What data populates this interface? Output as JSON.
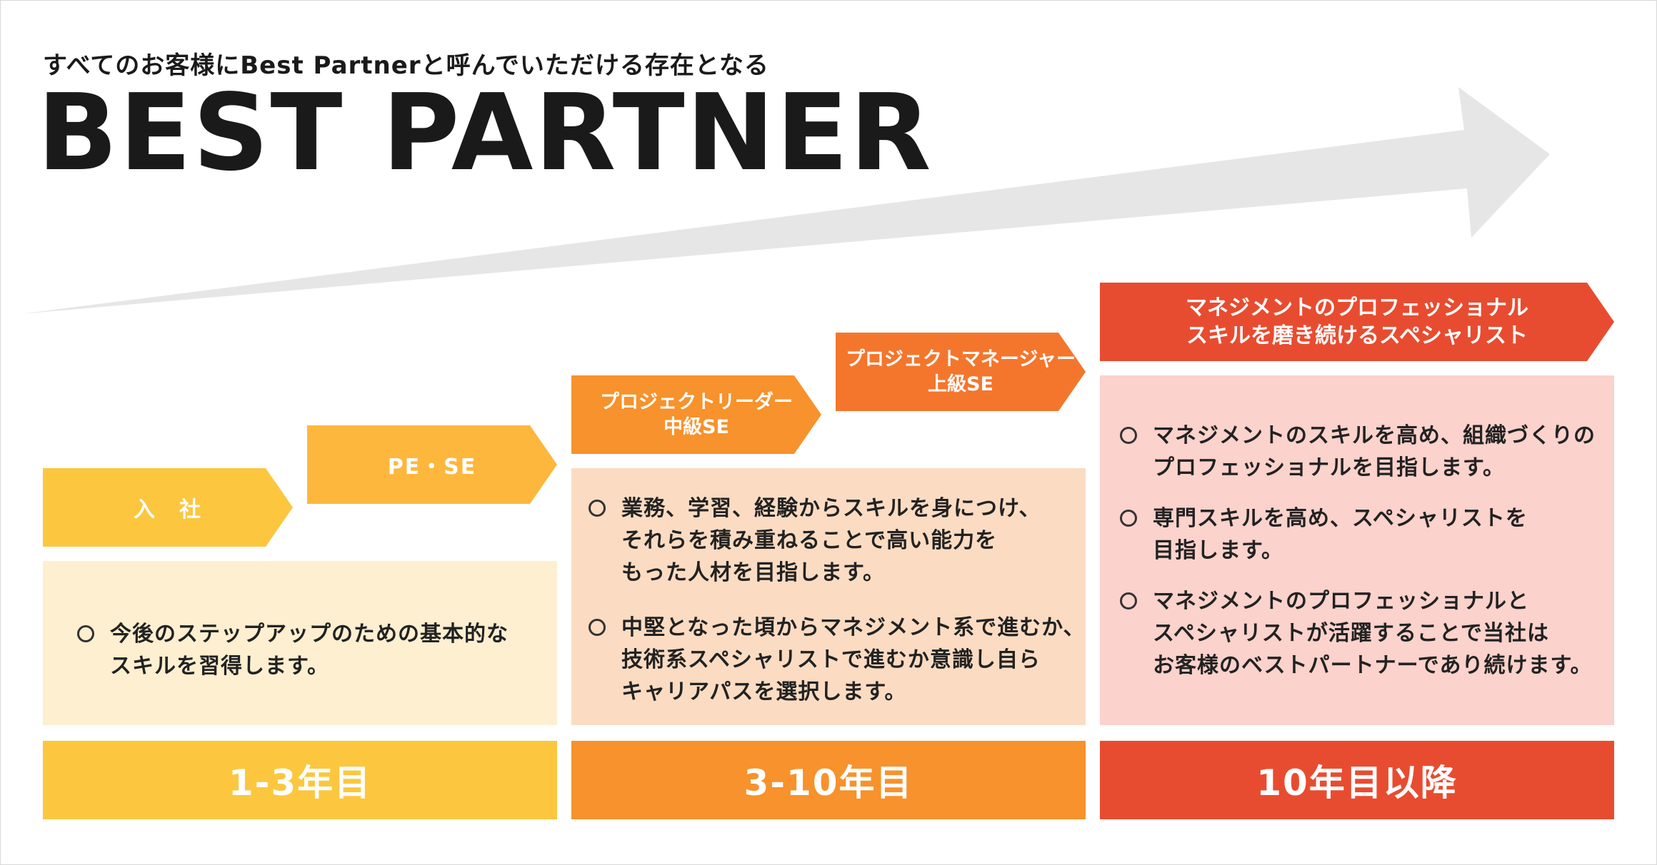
{
  "header": {
    "subtitle": "すべてのお客様にBest Partnerと呼んでいただける存在となる",
    "title": "BEST PARTNER"
  },
  "colors": {
    "arrow": "#e6e6e6",
    "yellow": "#fcc73f",
    "yellow_light": "#fdb73d",
    "orange": "#f7922c",
    "orange_dark": "#f4762c",
    "red": "#e84c30",
    "panel_cream": "#fdefd0",
    "panel_peach": "#fbdcc2",
    "panel_pink": "#fbd2cc"
  },
  "tags": {
    "entry": "入　社",
    "pe_se": "PE・SE",
    "leader_line1": "プロジェクトリーダー",
    "leader_line2": "中級SE",
    "manager_line1": "プロジェクトマネージャー",
    "manager_line2": "上級SE",
    "pro_line1": "マネジメントのプロフェッショナル",
    "pro_line2": "スキルを磨き続けるスペシャリスト"
  },
  "panels": {
    "early": {
      "items": [
        "今後のステップアップのための基本的な\nスキルを習得します。"
      ]
    },
    "middle": {
      "items": [
        "業務、学習、経験からスキルを身につけ、\nそれらを積み重ねることで高い能力を\nもった人材を目指します。",
        "中堅となった頃からマネジメント系で進むか、\n技術系スペシャリストで進むか意識し自ら\nキャリアパスを選択します。"
      ]
    },
    "senior": {
      "items": [
        "マネジメントのスキルを高め、組織づくりの\nプロフェッショナルを目指します。",
        "専門スキルを高め、スペシャリストを\n目指します。",
        "マネジメントのプロフェッショナルと\nスペシャリストが活躍することで当社は\nお客様のベストパートナーであり続けます。"
      ]
    }
  },
  "periods": {
    "early": "1-3年目",
    "middle": "3-10年目",
    "senior": "10年目以降"
  }
}
